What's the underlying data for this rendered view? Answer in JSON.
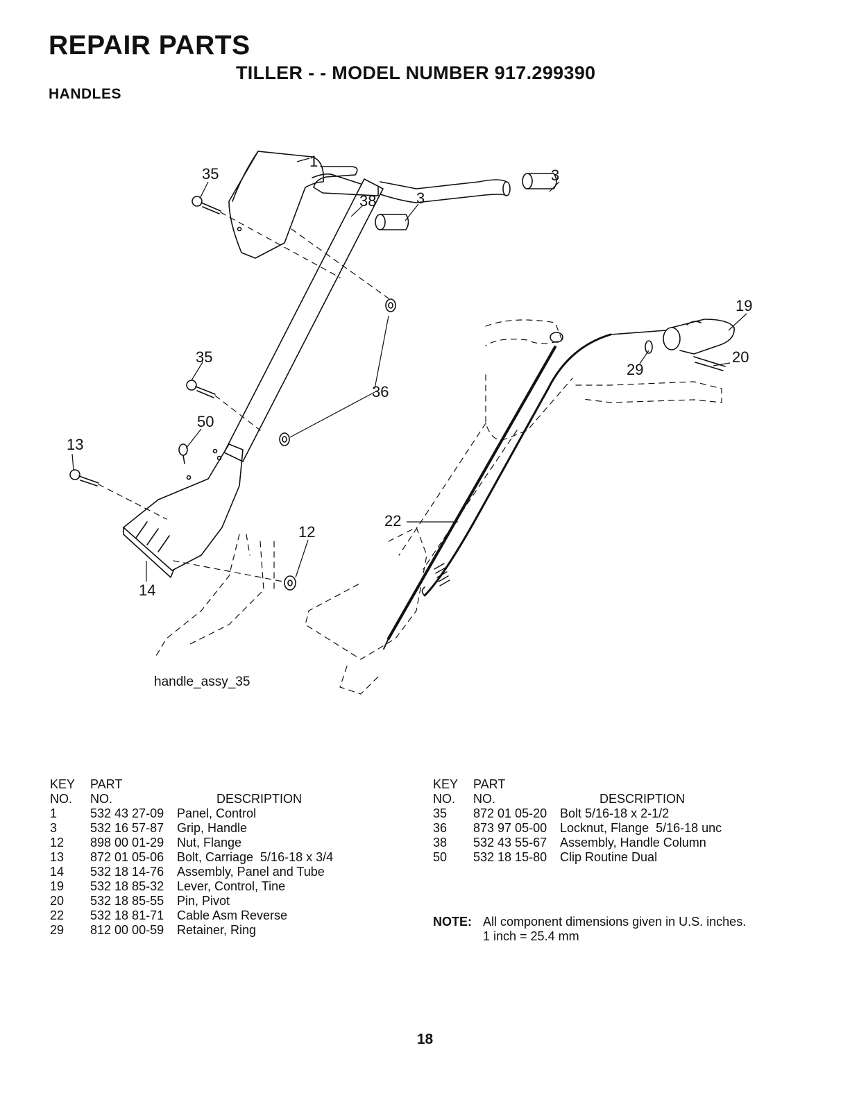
{
  "header": {
    "title": "REPAIR PARTS",
    "subtitle": "TILLER - - MODEL NUMBER 917.299390",
    "section": "HANDLES"
  },
  "diagram": {
    "caption": "handle_assy_35",
    "callouts": [
      "1",
      "35",
      "38",
      "3",
      "3",
      "19",
      "35",
      "20",
      "29",
      "36",
      "50",
      "13",
      "22",
      "12",
      "14"
    ]
  },
  "table_headers": {
    "key_line1": "KEY",
    "key_line2": "NO.",
    "part_line1": "PART",
    "part_line2": "NO.",
    "description": "DESCRIPTION"
  },
  "parts_left": [
    {
      "key": "1",
      "part": "532 43 27-09",
      "desc": "Panel, Control"
    },
    {
      "key": "3",
      "part": "532 16 57-87",
      "desc": "Grip, Handle"
    },
    {
      "key": "12",
      "part": "898 00 01-29",
      "desc": "Nut, Flange"
    },
    {
      "key": "13",
      "part": "872 01 05-06",
      "desc": "Bolt, Carriage  5/16-18 x 3/4"
    },
    {
      "key": "14",
      "part": "532 18 14-76",
      "desc": "Assembly, Panel and Tube"
    },
    {
      "key": "19",
      "part": "532 18 85-32",
      "desc": "Lever, Control, Tine"
    },
    {
      "key": "20",
      "part": "532 18 85-55",
      "desc": "Pin, Pivot"
    },
    {
      "key": "22",
      "part": "532 18 81-71",
      "desc": "Cable Asm Reverse"
    },
    {
      "key": "29",
      "part": "812 00 00-59",
      "desc": "Retainer, Ring"
    }
  ],
  "parts_right": [
    {
      "key": "35",
      "part": "872 01 05-20",
      "desc": "Bolt 5/16-18 x 2-1/2"
    },
    {
      "key": "36",
      "part": "873 97 05-00",
      "desc": "Locknut, Flange  5/16-18 unc"
    },
    {
      "key": "38",
      "part": "532 43 55-67",
      "desc": "Assembly, Handle Column"
    },
    {
      "key": "50",
      "part": "532 18 15-80",
      "desc": "Clip Routine Dual"
    }
  ],
  "note": {
    "label": "NOTE:",
    "line1": "All component dimensions given in U.S. inches.",
    "line2": "1 inch = 25.4 mm"
  },
  "page_number": "18"
}
